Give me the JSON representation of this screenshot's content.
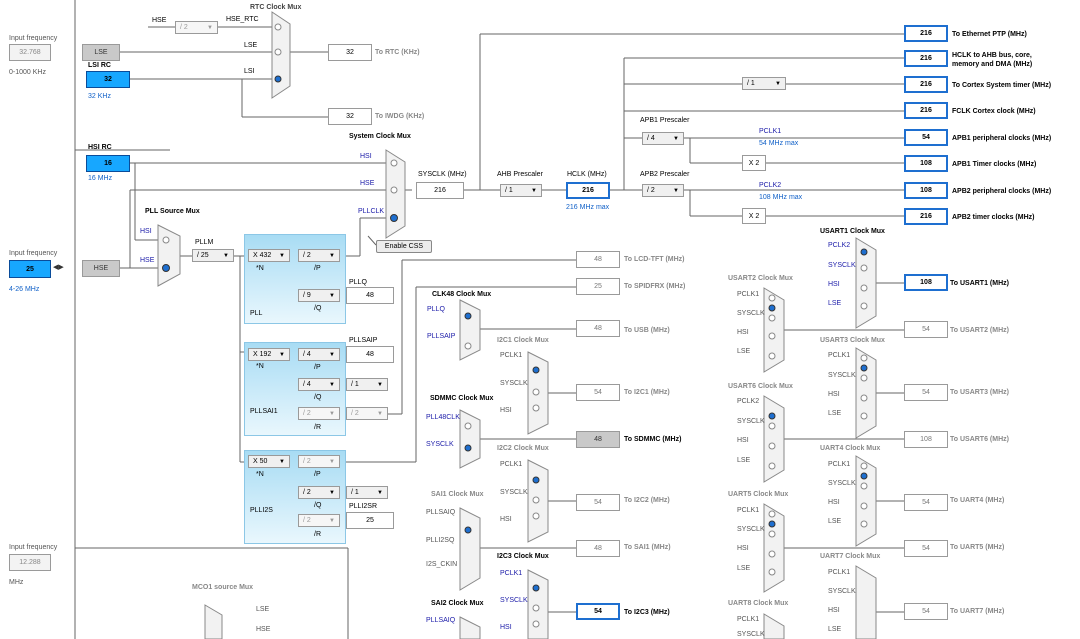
{
  "left": {
    "input_freq_label": "Input frequency",
    "lse_in": "32.768",
    "lse_range": "0-1000 KHz",
    "lse_block": "LSE",
    "lsi_title": "LSI RC",
    "lsi_value": "32",
    "lsi_unit": "32 KHz",
    "hsi_title": "HSI RC",
    "hsi_value": "16",
    "hsi_unit": "16 MHz",
    "hse_in": "25",
    "hse_range": "4-26 MHz",
    "hse_block": "HSE",
    "bottom_in": "12.288",
    "bottom_unit": "MHz"
  },
  "rtc": {
    "title": "RTC Clock Mux",
    "hse_label": "HSE",
    "div": "/ 2",
    "hse_rtc": "HSE_RTC",
    "lse_label": "LSE",
    "lsi_label": "LSI",
    "to_rtc_val": "32",
    "to_rtc": "To RTC (KHz)",
    "to_iwdg_val": "32",
    "to_iwdg": "To IWDG (KHz)"
  },
  "sys": {
    "mux_title": "System Clock Mux",
    "hsi": "HSI",
    "hse": "HSE",
    "pllclk": "PLLCLK",
    "sysclk_label": "SYSCLK (MHz)",
    "sysclk": "216",
    "enable_css": "Enable CSS",
    "ahb_label": "AHB Prescaler",
    "ahb": "/ 1",
    "hclk_label": "HCLK (MHz)",
    "hclk": "216",
    "hclk_max": "216 MHz max",
    "cortex_div": "/ 1",
    "apb1_label": "APB1 Prescaler",
    "apb1": "/ 4",
    "apb2_label": "APB2 Prescaler",
    "apb2": "/ 2",
    "pclk1": "PCLK1",
    "pclk1_max": "54 MHz max",
    "pclk2": "PCLK2",
    "pclk2_max": "108 MHz max",
    "x2a": "X 2",
    "x2b": "X 2"
  },
  "outputs": [
    {
      "value": "216",
      "label": "To Ethernet PTP (MHz)"
    },
    {
      "value": "216",
      "label": "HCLK to AHB bus, core,",
      "label2": "memory and DMA (MHz)"
    },
    {
      "value": "216",
      "label": "To Cortex System timer (MHz)"
    },
    {
      "value": "216",
      "label": "FCLK Cortex clock (MHz)"
    },
    {
      "value": "54",
      "label": "APB1 peripheral clocks (MHz)"
    },
    {
      "value": "108",
      "label": "APB1 Timer clocks (MHz)"
    },
    {
      "value": "108",
      "label": "APB2 peripheral clocks (MHz)"
    },
    {
      "value": "216",
      "label": "APB2 timer clocks (MHz)"
    }
  ],
  "pll": {
    "source_title": "PLL Source Mux",
    "hsi": "HSI",
    "hse": "HSE",
    "pllm_label": "PLLM",
    "pllm": "/ 25",
    "n": "X 432",
    "n_lbl": "*N",
    "p": "/ 2",
    "p_lbl": "/P",
    "q": "/ 9",
    "q_lbl": "/Q",
    "pllq_label": "PLLQ",
    "pllq": "48",
    "name": "PLL"
  },
  "pllsai": {
    "n": "X 192",
    "n_lbl": "*N",
    "p": "/ 4",
    "p_lbl": "/P",
    "q": "/ 4",
    "q_lbl": "/Q",
    "qdiv": "/ 1",
    "r": "/ 2",
    "r_lbl": "/R",
    "rdiv": "/ 2",
    "pllsaip_label": "PLLSAIP",
    "pllsaip": "48",
    "name": "PLLSAI1"
  },
  "plli2s": {
    "n": "X 50",
    "n_lbl": "*N",
    "p": "/ 2",
    "p_lbl": "/P",
    "q": "/ 2",
    "q_lbl": "/Q",
    "qdiv": "/ 1",
    "r": "/ 2",
    "r_lbl": "/R",
    "pll12sr_label": "PLLI2SR",
    "pll12sr": "25",
    "name": "PLLI2S"
  },
  "mid": {
    "lcd_val": "48",
    "lcd": "To LCD-TFT (MHz)",
    "spdif_val": "25",
    "spdif": "To SPIDFRX (MHz)",
    "clk48_title": "CLK48 Clock Mux",
    "pllq": "PLLQ",
    "pllsaip": "PLLSAIP",
    "usb_val": "48",
    "usb": "To USB (MHz)",
    "i2c1_title": "I2C1 Clock Mux",
    "i2c1_val": "54",
    "i2c1": "To I2C1 (MHz)",
    "sdmmc_title": "SDMMC Clock Mux",
    "pll48clk": "PLL48CLK",
    "sysclk": "SYSCLK",
    "sdmmc_val": "48",
    "sdmmc": "To SDMMC (MHz)",
    "i2c2_title": "I2C2 Clock Mux",
    "i2c2_val": "54",
    "i2c2": "To I2C2 (MHz)",
    "sai1_title": "SAI1 Clock Mux",
    "pllsaiq": "PLLSAIQ",
    "plli2sq": "PLLI2SQ",
    "i2s_ckin": "I2S_CKIN",
    "sai1_val": "48",
    "sai1": "To SAI1 (MHz)",
    "i2c3_title": "I2C3 Clock Mux",
    "i2c3_val": "54",
    "i2c3": "To I2C3 (MHz)",
    "sai2_title": "SAI2 Clock Mux",
    "pclk1": "PCLK1",
    "hsi": "HSI",
    "mco1_title": "MCO1 source Mux",
    "lse": "LSE",
    "hse": "HSE"
  },
  "usart": {
    "usart1_title": "USART1 Clock Mux",
    "usart1_val": "108",
    "usart1": "To USART1 (MHz)",
    "usart2_title": "USART2 Clock Mux",
    "usart2_val": "54",
    "usart2": "To USART2 (MHz)",
    "usart3_title": "USART3 Clock Mux",
    "usart3_val": "54",
    "usart3": "To USART3 (MHz)",
    "usart6_title": "USART6 Clock Mux",
    "usart6_val": "108",
    "usart6": "To USART6 (MHz)",
    "uart4_title": "UART4 Clock Mux",
    "uart4_val": "54",
    "uart4": "To UART4 (MHz)",
    "uart5_title": "UART5 Clock Mux",
    "uart5_val": "54",
    "uart5": "To UART5 (MHz)",
    "uart7_title": "UART7 Clock Mux",
    "uart7_val": "54",
    "uart7": "To UART7 (MHz)",
    "uart8_title": "UART8 Clock Mux",
    "pclk1": "PCLK1",
    "pclk2": "PCLK2",
    "sysclk": "SYSCLK",
    "hsi": "HSI",
    "lse": "LSE"
  }
}
